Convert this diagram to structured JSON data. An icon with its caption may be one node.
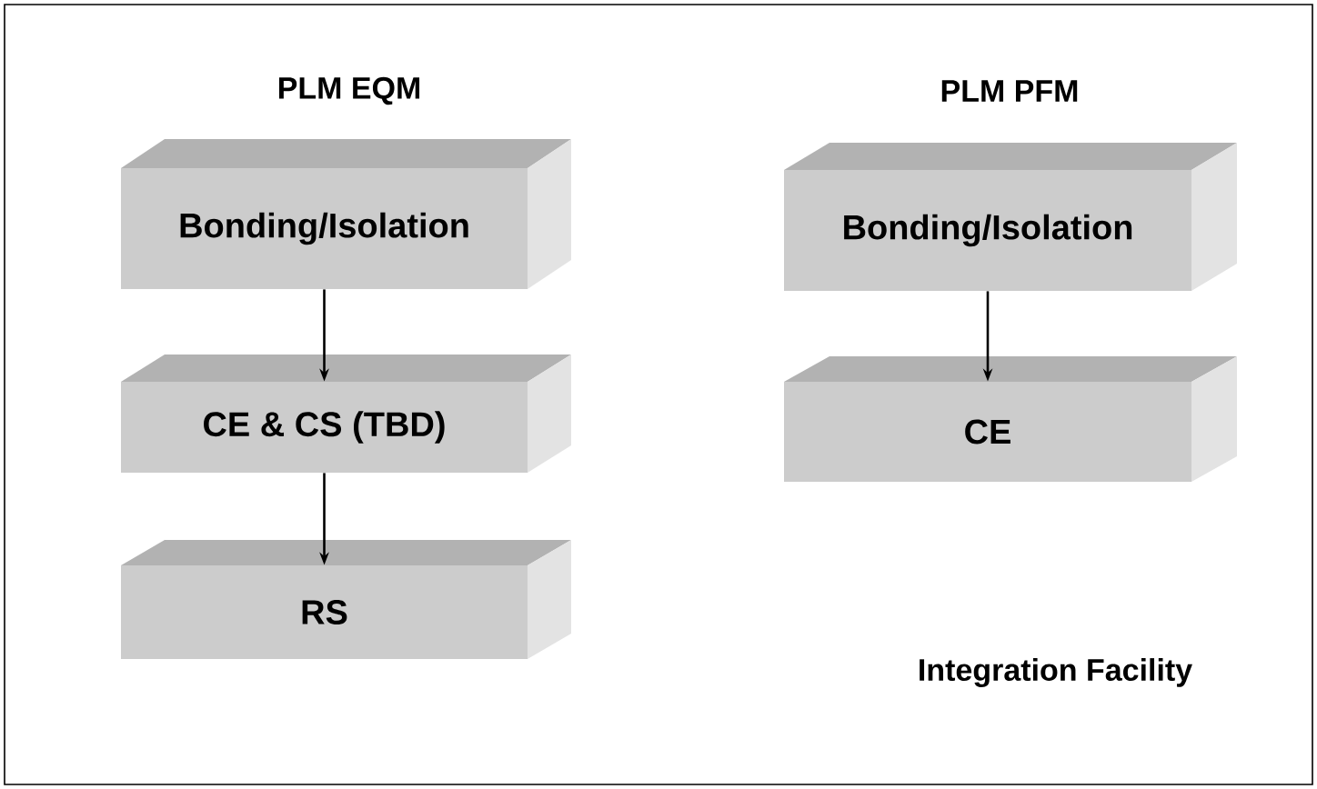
{
  "diagram": {
    "nodes": [
      {
        "text": [
          "Bonding/Isolation"
        ]
      },
      {
        "text": [
          "CE & CS (TBD)"
        ]
      },
      {
        "text": [
          "RS"
        ]
      },
      {
        "text": [
          "Bonding/Isolation"
        ]
      },
      {
        "text": [
          "CE"
        ]
      }
    ],
    "edges": [
      {
        "from": 0,
        "to": 1,
        "arrow": "to"
      },
      {
        "from": 1,
        "to": 2,
        "arrow": "to"
      },
      {
        "from": 3,
        "to": 4,
        "arrow": "to"
      }
    ],
    "labels": [
      "PLM EQM",
      "PLM PFM",
      "Integration Facility"
    ]
  }
}
